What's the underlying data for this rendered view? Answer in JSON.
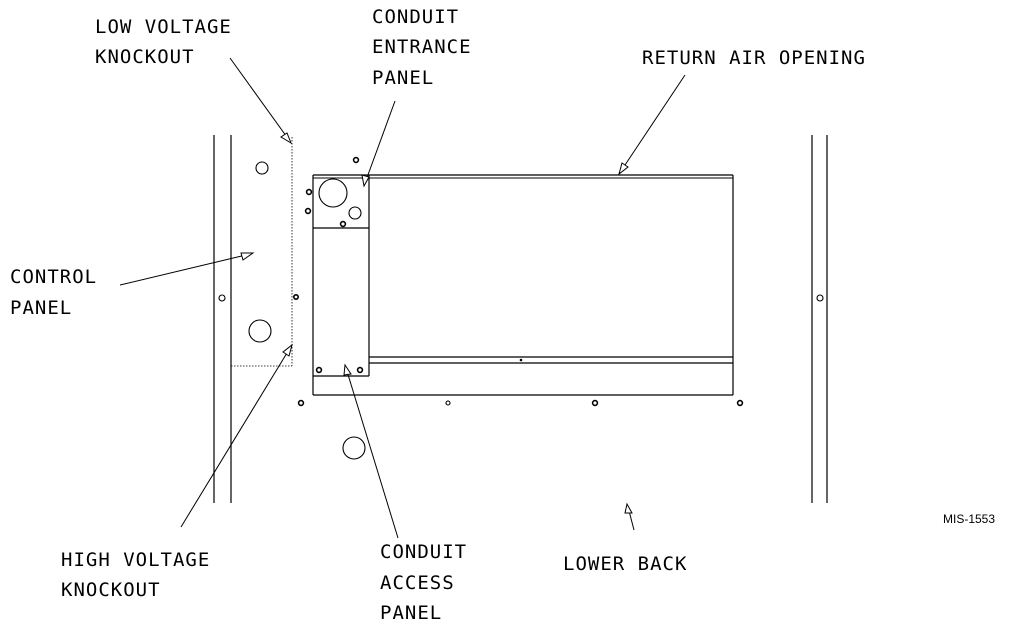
{
  "labels": {
    "low_voltage_knockout": [
      "LOW VOLTAGE",
      "KNOCKOUT"
    ],
    "conduit_entrance_panel": [
      "CONDUIT",
      "ENTRANCE",
      "PANEL"
    ],
    "return_air_opening": [
      "RETURN AIR OPENING"
    ],
    "control_panel": [
      "CONTROL",
      "PANEL"
    ],
    "high_voltage_knockout": [
      "HIGH VOLTAGE",
      "KNOCKOUT"
    ],
    "conduit_access_panel": [
      "CONDUIT",
      "ACCESS",
      "PANEL"
    ],
    "lower_back": [
      "LOWER BACK"
    ]
  },
  "drawing_code": "MIS-1553"
}
